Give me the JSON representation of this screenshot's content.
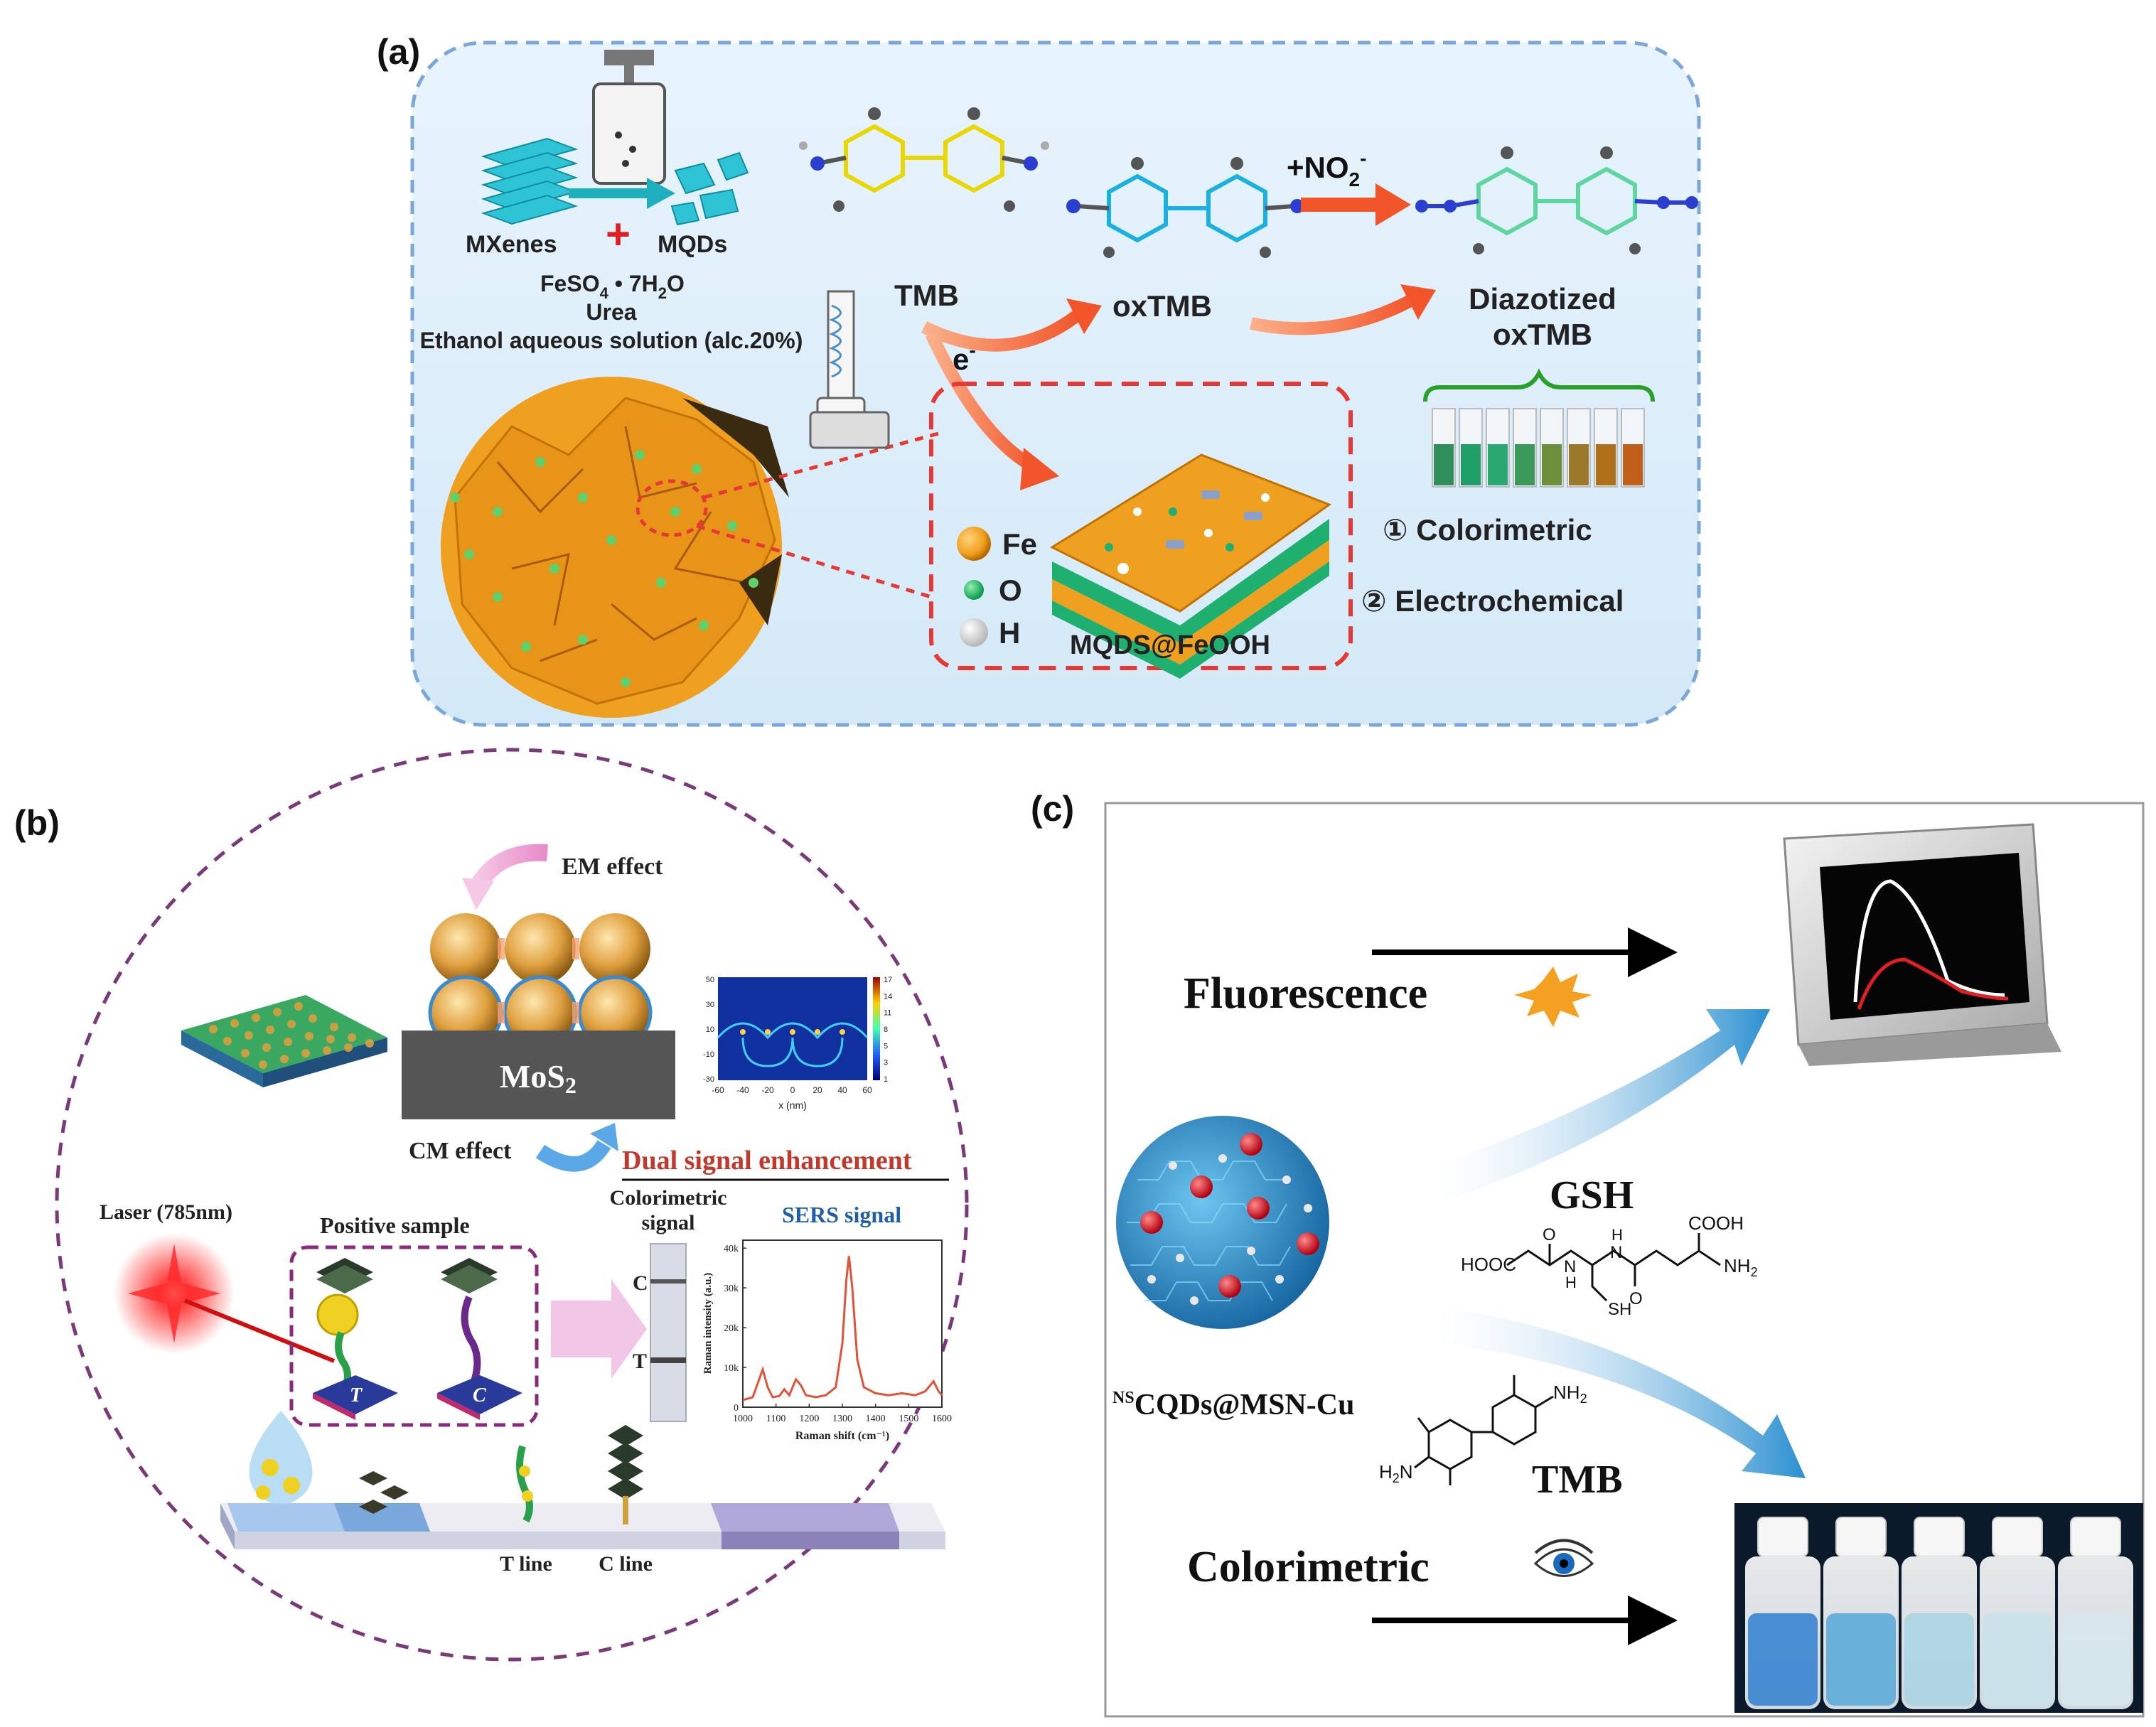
{
  "panel_a": {
    "label": "(a)",
    "mxenes": "MXenes",
    "plus": "+",
    "mqds": "MQDs",
    "reagent_1_main": "FeSO",
    "reagent_1_sub": "4",
    "reagent_1_rest": " • 7H",
    "reagent_1_sub2": "2",
    "reagent_1_end": "O",
    "reagent_2": "Urea",
    "reagent_3": "Ethanol aqueous solution (alc.20%)",
    "tmb": "TMB",
    "oxtmb": "oxTMB",
    "nitrite_main": "+NO",
    "nitrite_sub": "2",
    "nitrite_sup": "-",
    "electron_main": "e",
    "electron_sup": "-",
    "diazotized_1": "Diazotized",
    "diazotized_2": "oxTMB",
    "legend_fe": "Fe",
    "legend_o": "O",
    "legend_h": "H",
    "composite": "MQDS@FeOOH",
    "method_1": "① Colorimetric",
    "method_2": "② Electrochemical",
    "vial_colors": [
      "#2f8f5a",
      "#1f9e6a",
      "#2aa872",
      "#3a9a5a",
      "#6b8f3a",
      "#9a7a2a",
      "#b0701a",
      "#c0601a"
    ],
    "box_fill": "#dceefb",
    "box_stroke": "#7aa6d9",
    "arrow_color": "#f26a3a",
    "highlight_red": "#e53935"
  },
  "panel_b": {
    "label": "(b)",
    "em_effect": "EM effect",
    "cm_effect": "CM effect",
    "substrate_main": "MoS",
    "substrate_sub": "2",
    "dual_signal": "Dual signal enhancement",
    "laser": "Laser (785nm)",
    "positive_sample": "Positive sample",
    "t_tag": "T",
    "c_tag": "C",
    "colorimetric_1": "Colorimetric",
    "colorimetric_2": "signal",
    "strip_c": "C",
    "strip_t": "T",
    "sers_signal": "SERS signal",
    "t_line": "T line",
    "c_line": "C line",
    "heatmap_x_label": "x (nm)",
    "heatmap_x_ticks": [
      "-60",
      "-40",
      "-20",
      "0",
      "20",
      "40",
      "60"
    ],
    "heatmap_y_ticks": [
      "50",
      "30",
      "10",
      "-10",
      "-30"
    ],
    "heatmap_scale_ticks": [
      "17",
      "14",
      "11",
      "8",
      "5",
      "3",
      "1"
    ],
    "dual_color": "#c0392b",
    "sers_color": "#1f5fa8"
  },
  "raman_chart": {
    "type": "line",
    "xlabel": "Raman shift (cm⁻¹)",
    "ylabel": "Raman intensity (a.u.)",
    "xlim": [
      1000,
      1600
    ],
    "ylim": [
      0,
      42000
    ],
    "x_ticks": [
      1000,
      1100,
      1200,
      1300,
      1400,
      1500,
      1600
    ],
    "y_ticks": [
      0,
      10000,
      20000,
      30000,
      40000
    ],
    "y_tick_labels": [
      "0",
      "10k",
      "20k",
      "30k",
      "40k"
    ],
    "line_color": "#e0533a",
    "points": [
      [
        1000,
        1800
      ],
      [
        1030,
        2500
      ],
      [
        1045,
        6000
      ],
      [
        1060,
        9500
      ],
      [
        1075,
        5000
      ],
      [
        1090,
        2500
      ],
      [
        1110,
        2800
      ],
      [
        1125,
        4500
      ],
      [
        1140,
        3000
      ],
      [
        1160,
        7000
      ],
      [
        1175,
        5500
      ],
      [
        1190,
        3000
      ],
      [
        1220,
        2500
      ],
      [
        1250,
        3000
      ],
      [
        1280,
        5000
      ],
      [
        1300,
        16000
      ],
      [
        1312,
        32000
      ],
      [
        1320,
        38000
      ],
      [
        1330,
        30000
      ],
      [
        1345,
        12000
      ],
      [
        1365,
        5000
      ],
      [
        1400,
        3500
      ],
      [
        1440,
        3000
      ],
      [
        1480,
        3500
      ],
      [
        1520,
        3000
      ],
      [
        1550,
        4000
      ],
      [
        1575,
        6500
      ],
      [
        1590,
        4000
      ],
      [
        1600,
        3000
      ]
    ]
  },
  "panel_c": {
    "label": "(c)",
    "fluorescence": "Fluorescence",
    "gsh": "GSH",
    "gsh_hooc": "HOOC",
    "gsh_cooh": "COOH",
    "gsh_nh2_main": "NH",
    "gsh_nh2_sub": "2",
    "gsh_sh": "SH",
    "gsh_h": "H",
    "gsh_n": "N",
    "gsh_o": "O",
    "nanoparticle_sup": "NS",
    "nanoparticle_main": "CQDs@MSN-Cu",
    "tmb": "TMB",
    "tmb_nh2_main": "NH",
    "tmb_nh2_sub": "2",
    "tmb_h2n_main": "H",
    "tmb_h2n_sub": "2",
    "tmb_h2n_end": "N",
    "colorimetric": "Colorimetric",
    "vial_shades": [
      "#2f7fd0",
      "#55a8d8",
      "#a8d4e4",
      "#c8e2ea",
      "#d6e8ee"
    ],
    "arrow_blue": "#2a8fd0"
  }
}
